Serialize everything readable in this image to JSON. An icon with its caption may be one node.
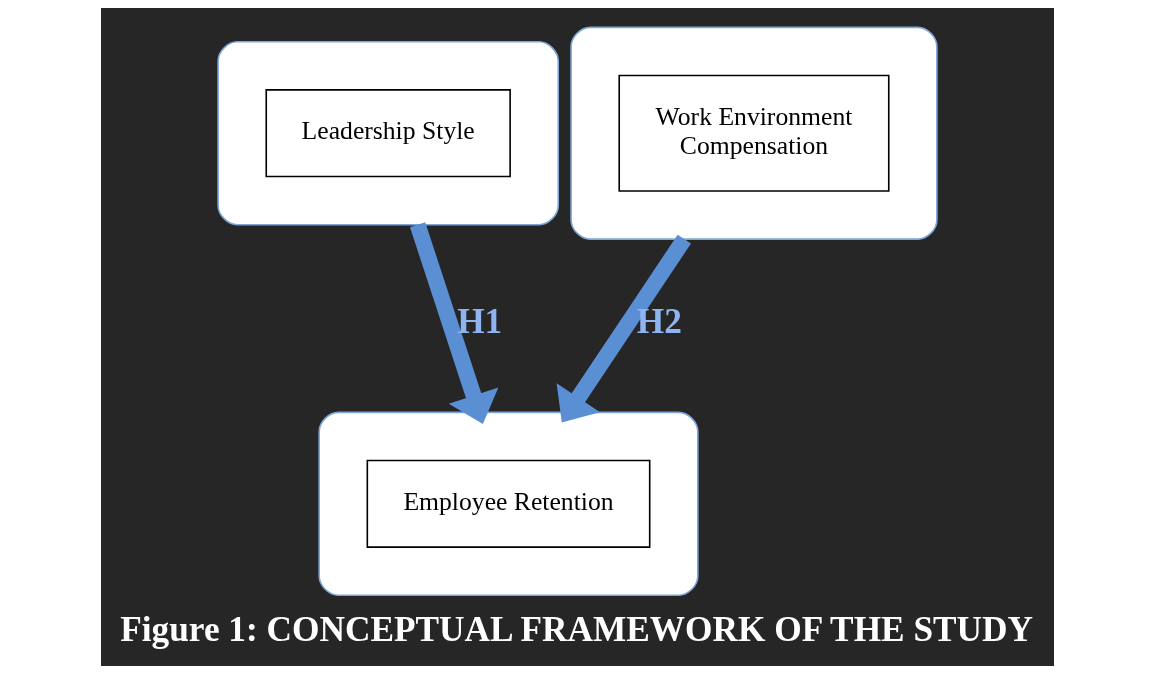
{
  "diagram": {
    "title": "Figure 1: CONCEPTUAL FRAMEWORK OF THE STUDY",
    "nodes": [
      {
        "text": [],
        "shape": "ellipse"
      },
      {
        "text": [
          "Leadership Style"
        ],
        "in": 0
      },
      {
        "text": [],
        "shape": "ellipse"
      },
      {
        "text": [
          "Work Environment",
          "Compensation"
        ],
        "in": 2
      },
      {
        "text": [],
        "shape": "ellipse"
      },
      {
        "text": [
          "Employee Retention"
        ],
        "in": 4
      }
    ],
    "edges": [
      {
        "from": 0,
        "to": 4,
        "arrow": "to",
        "label": "H1"
      },
      {
        "from": 2,
        "to": 4,
        "arrow": "to",
        "label": "H2"
      }
    ]
  }
}
